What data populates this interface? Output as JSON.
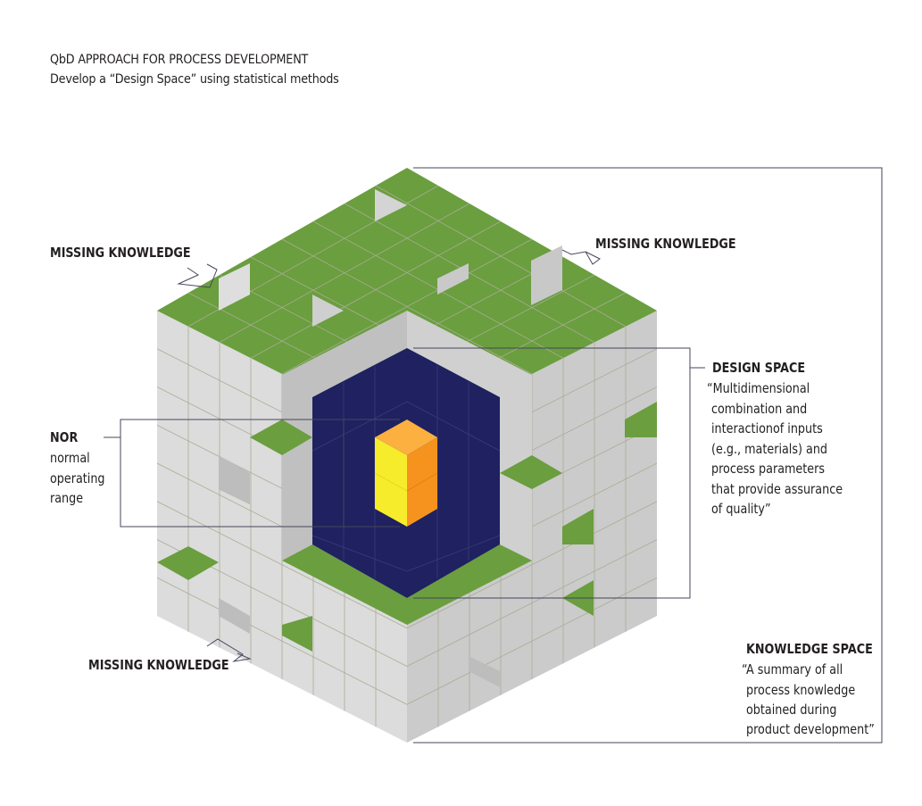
{
  "header": {
    "title": "QbD APPROACH FOR PROCESS DEVELOPMENT",
    "subtitle": "Develop a “Design Space” using statistical methods"
  },
  "labels": {
    "missing_top_left": "MISSING KNOWLEDGE",
    "missing_top_right": "MISSING KNOWLEDGE",
    "missing_bottom_left": "MISSING KNOWLEDGE",
    "nor_title": "NOR",
    "nor_lines": [
      "normal",
      "operating",
      "range"
    ],
    "design_title": "DESIGN SPACE",
    "design_lines": [
      "“Multidimensional",
      "combination and",
      "interactionof inputs",
      "(e.g., materials) and",
      "process parameters",
      "that provide assurance",
      "of quality”"
    ],
    "knowledge_title": "KNOWLEDGE SPACE",
    "knowledge_lines": [
      "“A summary of all",
      "process knowledge",
      "obtained during",
      "product development”"
    ]
  },
  "colors": {
    "green_top": "#6a9e3f",
    "grey_face_light": "#dcdcdc",
    "grey_face_dark": "#c6c6c6",
    "navy": "#1f2160",
    "yellow": "#f7ec2b",
    "orange": "#f6931e",
    "orange_top": "#fbb040",
    "line": "#44465c"
  }
}
